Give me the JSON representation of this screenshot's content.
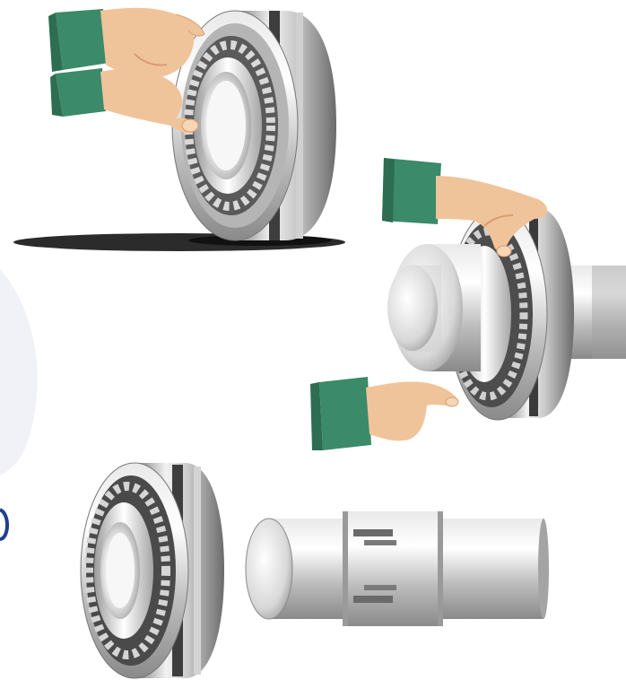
{
  "illustration": {
    "scenes": [
      {
        "id": "inspect-bearing-on-surface"
      },
      {
        "id": "mount-bearing-on-shaft"
      },
      {
        "id": "bearing-and-shaft-separated"
      }
    ],
    "colors": {
      "sleeve": "#3b8a6a",
      "sleeve_dark": "#2d6d52",
      "skin": "#f0c49a",
      "skin_shadow": "#d99d72",
      "steel_light": "#f4f4f4",
      "steel_mid": "#b7b7b7",
      "steel_dark": "#5b5b5b",
      "roller_dark": "#3a3a3a",
      "shadow": "#2a2a2a",
      "edge_blob": "#f1f2f7",
      "edge_mark": "#1f3f8f"
    }
  }
}
